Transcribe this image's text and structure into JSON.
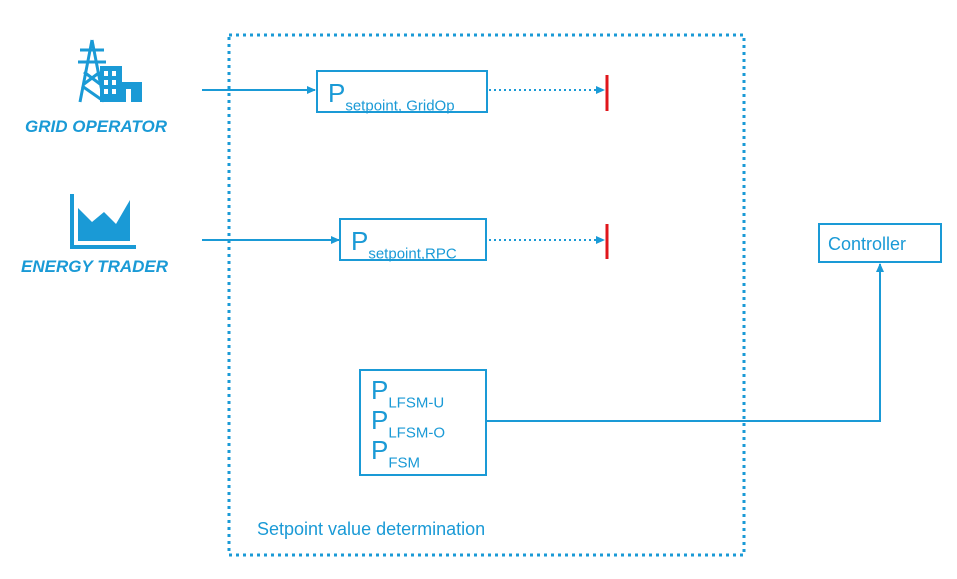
{
  "actors": {
    "grid_operator": {
      "label": "GRID OPERATOR",
      "icon": "power-pylon-building-icon"
    },
    "energy_trader": {
      "label": "ENERGY TRADER",
      "icon": "industry-chart-icon"
    }
  },
  "setpoints": {
    "grid_op": {
      "symbol": "P",
      "subscript": "setpoint, GridOp"
    },
    "rpc": {
      "symbol": "P",
      "subscript": "setpoint,RPC"
    },
    "frequency": [
      {
        "symbol": "P",
        "subscript": "LFSM-U"
      },
      {
        "symbol": "P",
        "subscript": "LFSM-O"
      },
      {
        "symbol": "P",
        "subscript": "FSM"
      }
    ]
  },
  "region": {
    "label": "Setpoint value determination"
  },
  "controller": {
    "label": "Controller"
  },
  "colors": {
    "accent": "#1a9ad6",
    "blocked": "#e0161b"
  }
}
